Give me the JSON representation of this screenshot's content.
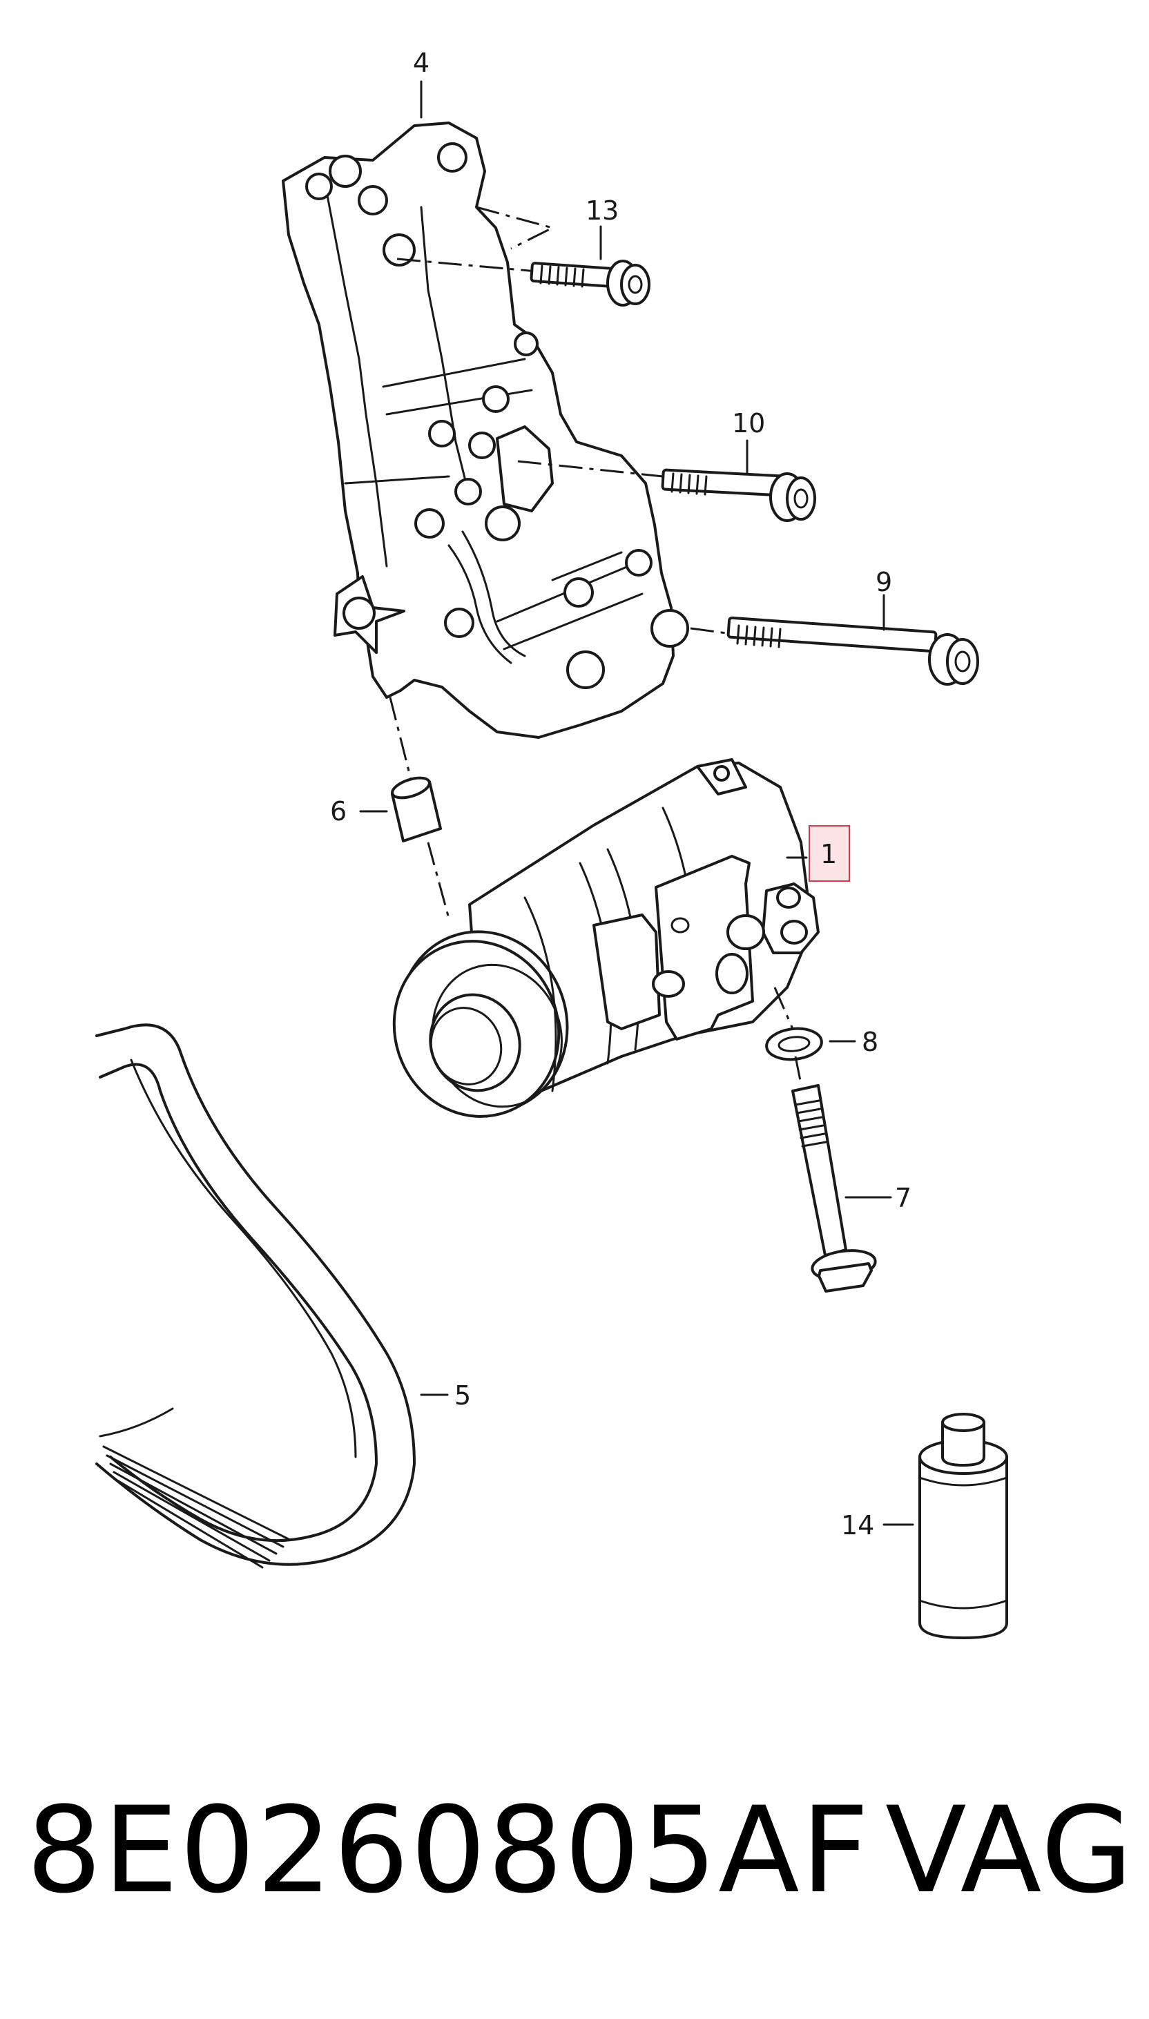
{
  "callouts": [
    {
      "id": "1",
      "label": "1",
      "highlighted": true
    },
    {
      "id": "4",
      "label": "4"
    },
    {
      "id": "5",
      "label": "5"
    },
    {
      "id": "6",
      "label": "6"
    },
    {
      "id": "7",
      "label": "7"
    },
    {
      "id": "8",
      "label": "8"
    },
    {
      "id": "9",
      "label": "9"
    },
    {
      "id": "10",
      "label": "10"
    },
    {
      "id": "13",
      "label": "13"
    },
    {
      "id": "14",
      "label": "14"
    }
  ],
  "caption": {
    "part_number": "8E0260805AF",
    "brand": "VAG"
  },
  "colors": {
    "line": "#1a1a1a",
    "highlight_fill": "#fde4e6",
    "highlight_stroke": "#d9394a"
  }
}
